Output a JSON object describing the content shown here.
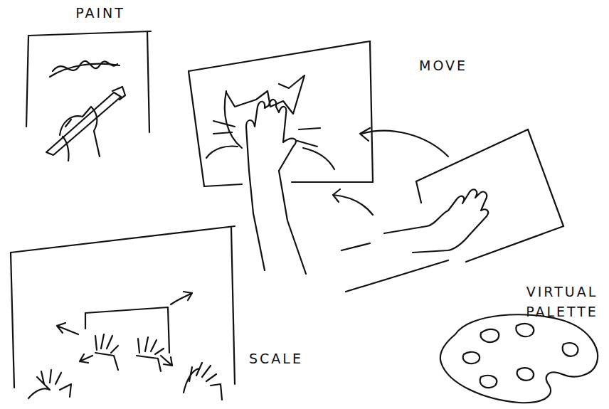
{
  "diagram": {
    "labels": [
      "PAINT",
      "MOVE",
      "SCALE",
      "VIRTUAL PALETTE"
    ]
  }
}
